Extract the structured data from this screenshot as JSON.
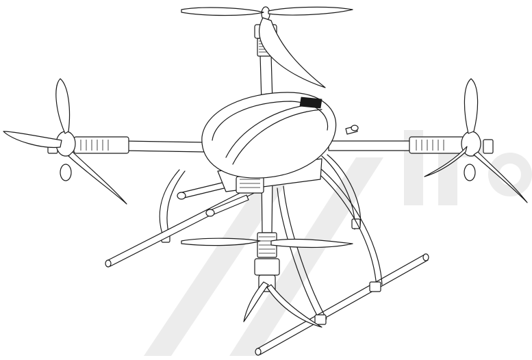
{
  "figure": {
    "subject_icon": "quadcopter-drone-line-drawing",
    "watermark_icon": "brand-watermark-logo",
    "watermark_text": "Aliro",
    "line_color": "#1a1a1a",
    "background_color": "#ffffff",
    "watermark_color": "#ececec"
  }
}
